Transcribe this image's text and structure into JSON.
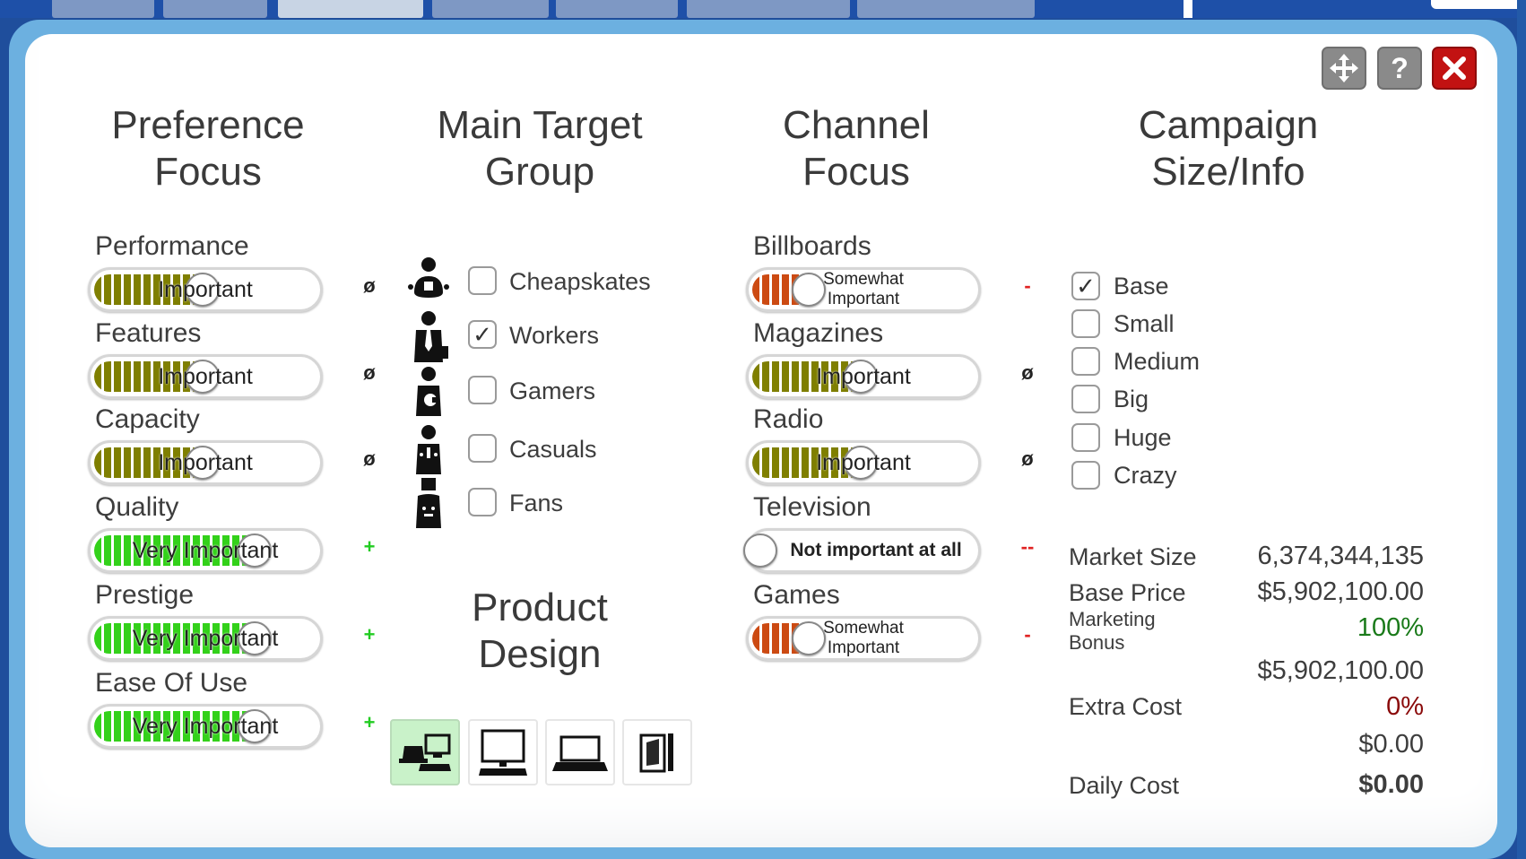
{
  "colors": {
    "olive_fill": "#7f7f00",
    "green_fill": "#33d11a",
    "orange_fill": "#cc4a12",
    "indicator_plus": "#22cc22",
    "indicator_minus": "#e02222",
    "bonus_green": "#1a7a1a",
    "extra_red": "#8a0a0a",
    "close_red": "#c21212",
    "frame_blue": "#6cb0e0"
  },
  "header": {
    "move_icon": "move-arrows-icon",
    "help_label": "?",
    "help_icon": "question-icon",
    "close_icon": "close-x-icon"
  },
  "columns": {
    "preference": "Preference\nFocus",
    "target": "Main Target\nGroup",
    "channel": "Channel\nFocus",
    "campaign": "Campaign\nSize/Info",
    "product": "Product\nDesign"
  },
  "preferences": [
    {
      "label": "Performance",
      "value": "Important",
      "level": 0.46,
      "indicator": "ø"
    },
    {
      "label": "Features",
      "value": "Important",
      "level": 0.46,
      "indicator": "ø"
    },
    {
      "label": "Capacity",
      "value": "Important",
      "level": 0.46,
      "indicator": "ø"
    },
    {
      "label": "Quality",
      "value": "Very Important",
      "level": 0.69,
      "indicator": "+"
    },
    {
      "label": "Prestige",
      "value": "Very Important",
      "level": 0.69,
      "indicator": "+"
    },
    {
      "label": "Ease Of Use",
      "value": "Very Important",
      "level": 0.69,
      "indicator": "+"
    }
  ],
  "target_groups": [
    {
      "label": "Cheapskates",
      "checked": false,
      "check_mark": "",
      "icon": "cheapskate-person-icon"
    },
    {
      "label": "Workers",
      "checked": true,
      "check_mark": "✓",
      "icon": "worker-person-icon"
    },
    {
      "label": "Gamers",
      "checked": false,
      "check_mark": "",
      "icon": "gamer-person-icon"
    },
    {
      "label": "Casuals",
      "checked": false,
      "check_mark": "",
      "icon": "casual-person-icon"
    },
    {
      "label": "Fans",
      "checked": false,
      "check_mark": "",
      "icon": "fan-person-icon"
    }
  ],
  "channels": [
    {
      "label": "Billboards",
      "value": "Somewhat\nImportant",
      "level": 0.23,
      "indicator": "-"
    },
    {
      "label": "Magazines",
      "value": "Important",
      "level": 0.46,
      "indicator": "ø"
    },
    {
      "label": "Radio",
      "value": "Important",
      "level": 0.46,
      "indicator": "ø"
    },
    {
      "label": "Television",
      "value": "Not important at all",
      "level": 0.0,
      "indicator": "--"
    },
    {
      "label": "Games",
      "value": "Somewhat\nImportant",
      "level": 0.23,
      "indicator": "-"
    }
  ],
  "product_designs": [
    {
      "icon": "desktop-and-laptop-icon",
      "selected": true
    },
    {
      "icon": "desktop-pc-icon",
      "selected": false
    },
    {
      "icon": "laptop-icon",
      "selected": false
    },
    {
      "icon": "tablet-icon",
      "selected": false
    }
  ],
  "campaign_sizes": [
    {
      "label": "Base",
      "checked": true,
      "check_mark": "✓"
    },
    {
      "label": "Small",
      "checked": false,
      "check_mark": ""
    },
    {
      "label": "Medium",
      "checked": false,
      "check_mark": ""
    },
    {
      "label": "Big",
      "checked": false,
      "check_mark": ""
    },
    {
      "label": "Huge",
      "checked": false,
      "check_mark": ""
    },
    {
      "label": "Crazy",
      "checked": false,
      "check_mark": ""
    }
  ],
  "info": {
    "market_size_label": "Market Size",
    "market_size": "6,374,344,135",
    "base_price_label": "Base Price",
    "base_price": "$5,902,100.00",
    "marketing_bonus_label": "Marketing\nBonus",
    "marketing_bonus": "100%",
    "bonus_total": "$5,902,100.00",
    "extra_cost_label": "Extra Cost",
    "extra_cost_pct": "0%",
    "extra_cost": "$0.00",
    "daily_cost_label": "Daily Cost",
    "daily_cost": "$0.00"
  }
}
